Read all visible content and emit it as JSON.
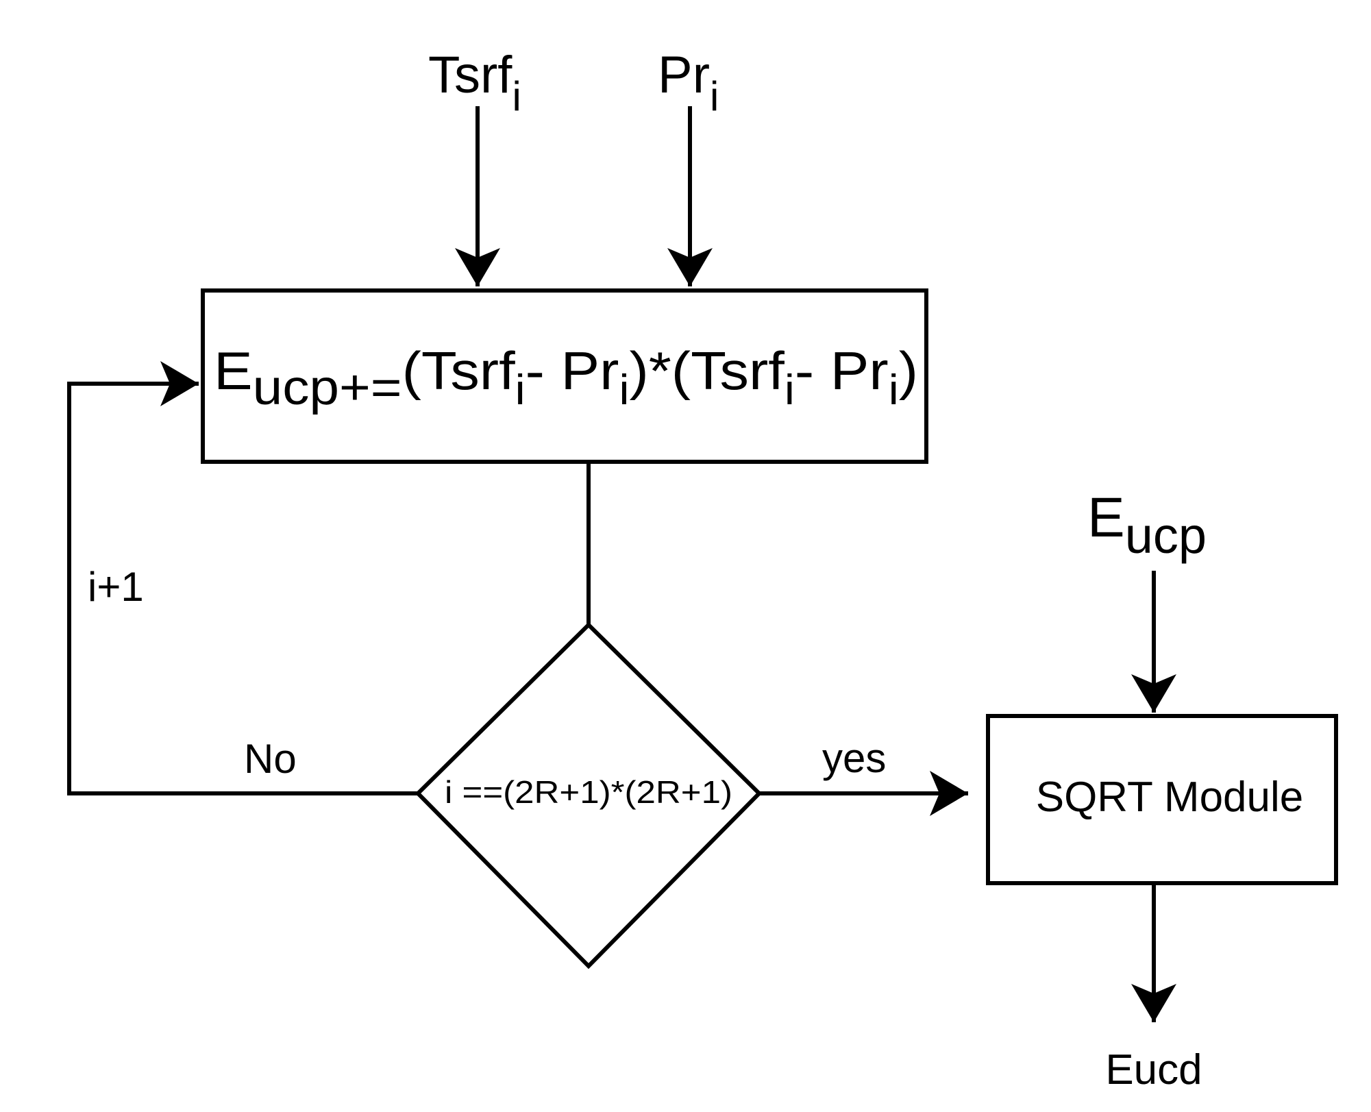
{
  "diagram": {
    "input_tsrf": {
      "base": "Tsrf",
      "sub": "i"
    },
    "input_pr": {
      "base": "Pr",
      "sub": "i"
    },
    "accumulate_box": {
      "lhs_base": "E",
      "lhs_sub": "ucp",
      "op": "+=",
      "term1_open": "(Tsrf",
      "term1_sub1": "i",
      "term1_mid": "- Pr",
      "term1_sub2": "i",
      "times": ")*(Tsrf",
      "term2_sub1": "i",
      "term2_mid": "- Pr",
      "term2_sub2": "i",
      "close": ")"
    },
    "loop_label": "i+1",
    "no_label": "No",
    "yes_label": "yes",
    "condition": "i ==(2R+1)*(2R+1)",
    "eucp_input": {
      "base": "E",
      "sub": "ucp"
    },
    "sqrt_module": "SQRT Module",
    "output": "Eucd",
    "stroke_color": "#000000",
    "background_color": "#ffffff"
  }
}
